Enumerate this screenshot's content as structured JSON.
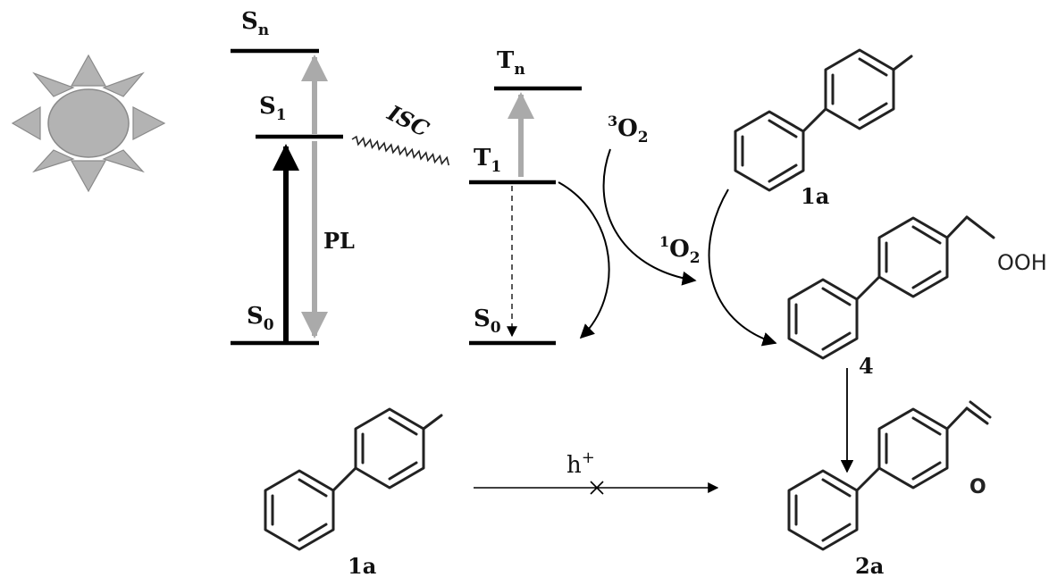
{
  "levels": {
    "s_n": {
      "main": "S",
      "sub": "n"
    },
    "s_1": {
      "main": "S",
      "sub": "1"
    },
    "s_0_left": {
      "main": "S",
      "sub": "0"
    },
    "t_n": {
      "main": "T",
      "sub": "n"
    },
    "t_1": {
      "main": "T",
      "sub": "1"
    },
    "s_0_right": {
      "main": "S",
      "sub": "0"
    }
  },
  "processes": {
    "isc": "ISC",
    "pl": "PL"
  },
  "oxygen": {
    "triplet": {
      "sup": "3",
      "main": "O",
      "sub": "2"
    },
    "singlet": {
      "sup": "1",
      "main": "O",
      "sub": "2"
    }
  },
  "compounds": {
    "c1a_top": "1a",
    "c4": "4",
    "c4_group": "OOH",
    "c1a_bottom": "1a",
    "c2a": "2a",
    "c2a_group": "O"
  },
  "blocked_step": {
    "main": "h",
    "sup": "+"
  },
  "colors": {
    "primary_arrow": "#000000",
    "gray_arrow": "#aaaaaa",
    "sun": "#b3b3b3"
  }
}
